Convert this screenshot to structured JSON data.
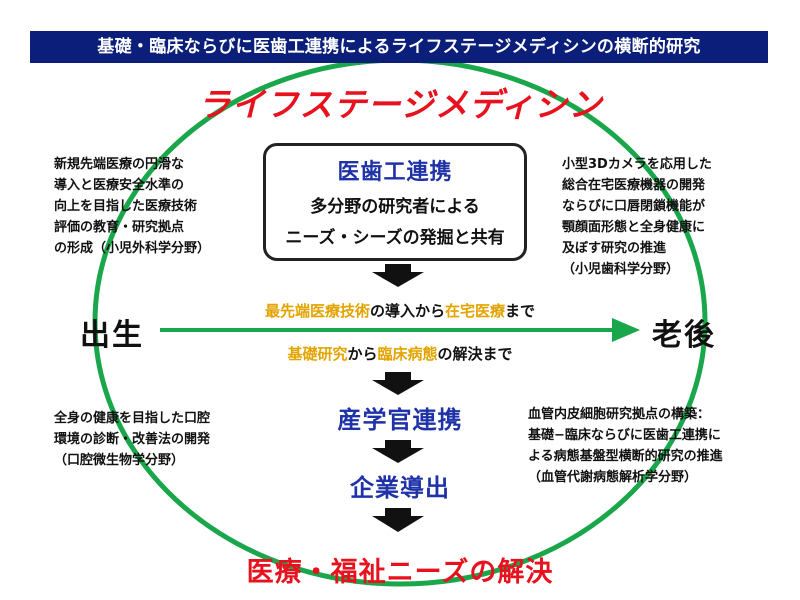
{
  "banner": "基礎・臨床ならびに医歯工連携によるライフステージメディシンの横断的研究",
  "title": "ライフステージメディシン",
  "center_box": {
    "title": "医歯工連携",
    "line1": "多分野の研究者による",
    "line2": "ニーズ・シーズの発掘と共有"
  },
  "notes": {
    "top_left": [
      "新規先端医療の円滑な",
      "導入と医療安全水準の",
      "向上を目指した医療技術",
      "評価の教育・研究拠点",
      "の形成（小児外科学分野）"
    ],
    "top_right": [
      "小型3Dカメラを応用した",
      "総合在宅医療機器の開発",
      "ならびに口唇閉鎖機能が",
      "顎顔面形態と全身健康に",
      "及ぼす研究の推進",
      "（小児歯科学分野）"
    ],
    "bottom_left": [
      "全身の健康を目指した口腔",
      "環境の診断・改善法の開発",
      "（口腔微生物学分野）"
    ],
    "bottom_right": [
      "血管内皮細胞研究拠点の構築：",
      "基礎−臨床ならびに医歯工連携に",
      "よる病態基盤型横断的研究の推進",
      "（血管代謝病態解析学分野）"
    ]
  },
  "axis": {
    "start": "出生",
    "end": "老後"
  },
  "line_a": {
    "p1": "最先端医療技術",
    "p2": "の導入から",
    "p3": "在宅医療",
    "p4": "まで"
  },
  "line_b": {
    "p1": "基礎研究",
    "p2": "から",
    "p3": "臨床病態",
    "p4": "の解決まで"
  },
  "stages": [
    "産学官連携",
    "企業導出"
  ],
  "result": "医療・福祉ニーズの解決",
  "colors": {
    "banner_bg": "#0b1f7a",
    "title_red": "#e8121f",
    "circle_green": "#1aa64a",
    "accent_orange": "#e3a400",
    "stage_blue": "#1f32a8"
  }
}
